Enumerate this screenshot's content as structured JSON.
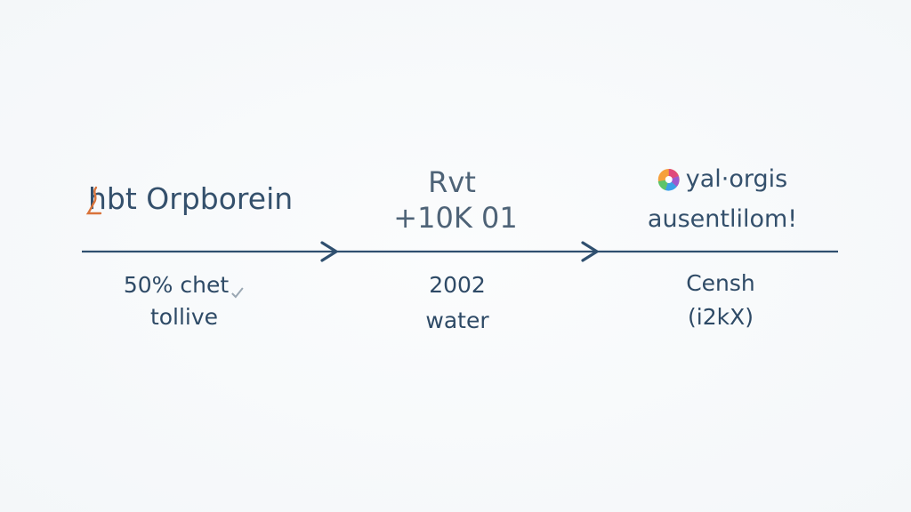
{
  "colors": {
    "line": "#2f4f6f",
    "text": "#2e4a66",
    "accent_orange": "#d9733a"
  },
  "stages": [
    {
      "title": "hbt Orpborein",
      "detail_line1": "50% chet",
      "detail_line2": "tollive",
      "icon": "orange-mark-icon"
    },
    {
      "title_line1": "Rvt",
      "title_line2": "+10K 01",
      "detail_line1": "2002",
      "detail_line2": "water"
    },
    {
      "title_line1": "yal·orgis",
      "title_line2": "ausentlilom!",
      "detail_line1": "Censh",
      "detail_line2": "(i2kX)",
      "icon": "color-wheel-icon"
    }
  ],
  "arrows": [
    "arrow-right-icon",
    "arrow-right-icon"
  ]
}
